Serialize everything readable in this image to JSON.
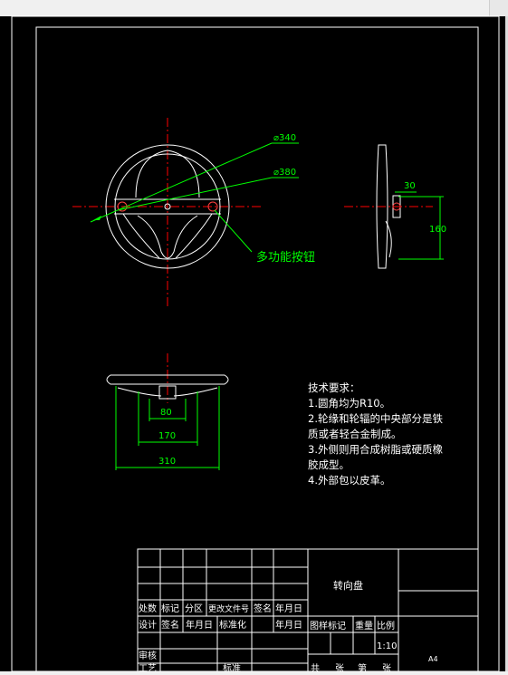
{
  "drawing": {
    "dimensions": {
      "dia_inner": "⌀340",
      "dia_outer": "⌀380",
      "side_offset": "30",
      "side_height": "160",
      "bottom_hub": "80",
      "bottom_mid": "170",
      "bottom_overall": "310"
    },
    "callout": "多功能按钮",
    "notes": {
      "title": "技术要求：",
      "lines": [
        "1.圆角均为R10。",
        "2.轮缘和轮辐的中央部分是铁",
        "质或者轻合金制成。",
        "3.外侧则用合成树脂或硬质橡",
        "胶成型。",
        "4.外部包以皮革。"
      ]
    }
  },
  "title_block": {
    "part_name": "转向盘",
    "row_change": [
      "处数",
      "标记",
      "分区",
      "更改文件号",
      "签名",
      "年月日"
    ],
    "row_design": [
      "设计",
      "签名",
      "年月日",
      "标准化",
      "",
      "年月日"
    ],
    "row_review": [
      "审核"
    ],
    "row_process": [
      "工艺",
      "标准"
    ],
    "attr_headers": [
      "图样标记",
      "重量",
      "比例"
    ],
    "scale": "1:10",
    "sheet_labels": [
      "共",
      "张",
      "第",
      "张"
    ],
    "paper_size": "A4"
  },
  "colors": {
    "background": "#000000",
    "line": "#ffffff",
    "dimension": "#00ff00",
    "centerline": "#ff0000",
    "accent": "#ff4040"
  }
}
